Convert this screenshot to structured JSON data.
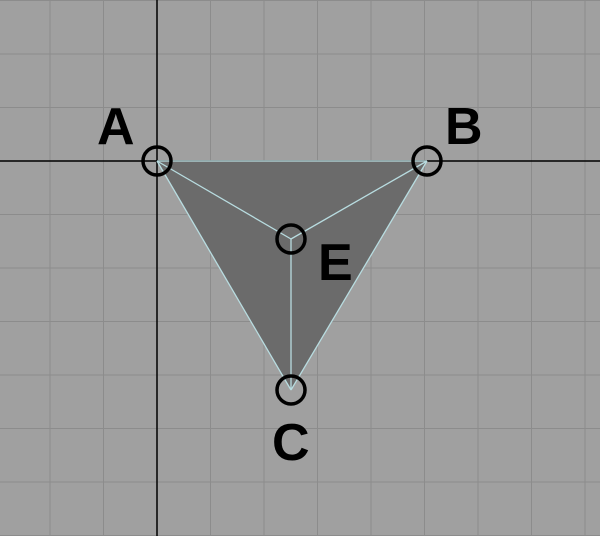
{
  "viewport": {
    "background": "#a0a0a0",
    "grid_color": "#8c8c8c",
    "axis_color": "#000000"
  },
  "triangle": {
    "fill": "#6b6b6b",
    "edge_color": "#b8dce0"
  },
  "vertices": [
    {
      "id": "A",
      "label": "A"
    },
    {
      "id": "B",
      "label": "B"
    },
    {
      "id": "C",
      "label": "C"
    },
    {
      "id": "E",
      "label": "E"
    }
  ]
}
